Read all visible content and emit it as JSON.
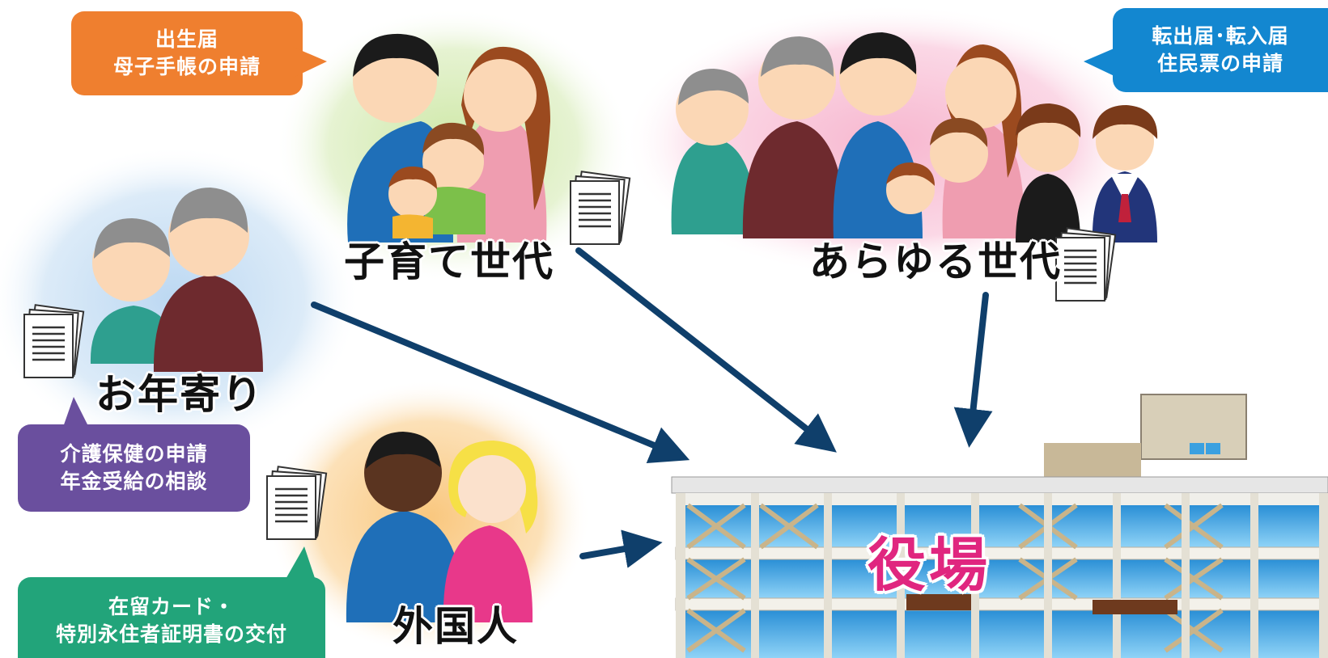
{
  "groups": {
    "child_rearing": "子育て世代",
    "all_generations": "あらゆる世代",
    "elderly": "お年寄り",
    "foreigners": "外国人"
  },
  "office": "役場",
  "bubbles": {
    "birth": {
      "line1": "出生届",
      "line2": "母子手帳の申請",
      "color": "#ef7f2f"
    },
    "moving": {
      "line1": "転出届･転入届",
      "line2": "住民票の申請",
      "color": "#1387d0"
    },
    "care": {
      "line1": "介護保健の申請",
      "line2": "年金受給の相談",
      "color": "#6a4f9e"
    },
    "residence": {
      "line1": "在留カード・",
      "line2": "特別永住者証明書の交付",
      "color": "#22a47a"
    }
  },
  "colors": {
    "arrow": "#0f3f6b",
    "office_text": "#e0267f",
    "glow_green": "#dcefc0",
    "glow_pink": "#f9c8db",
    "glow_blue": "#cfe3f6",
    "glow_orange": "#fbd9a4"
  }
}
